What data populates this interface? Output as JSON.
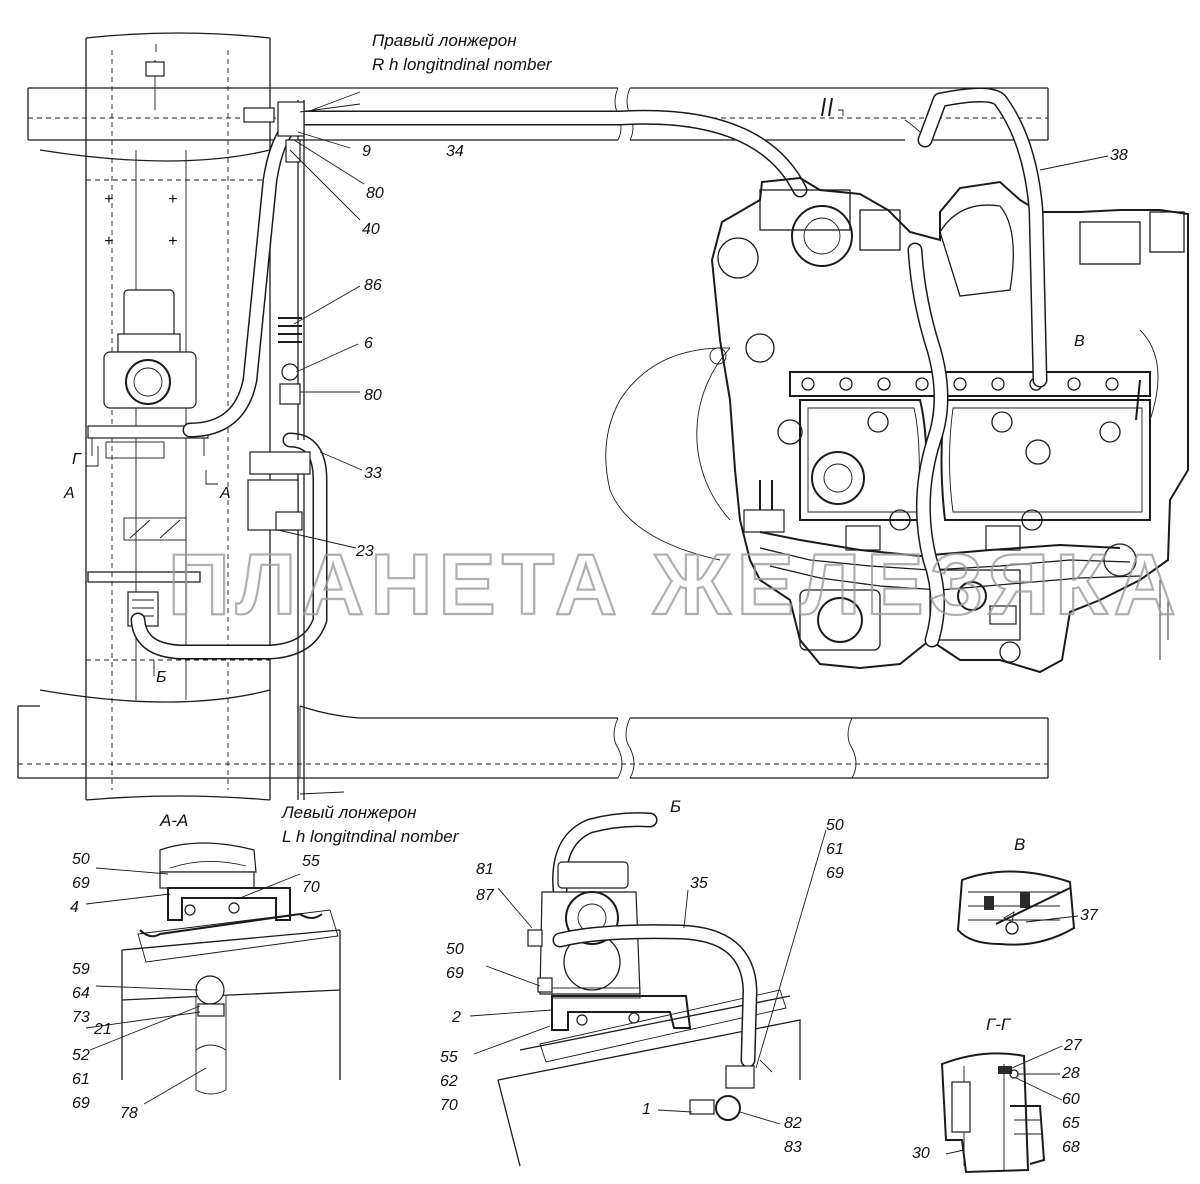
{
  "watermark": "ПЛАНЕТА ЖЕЛЕЗЯКА",
  "annotations": {
    "right_member_ru": "Правый лонжерон",
    "right_member_en": "R h longitndinal nomber",
    "left_member_ru": "Левый лонжерон",
    "left_member_en": "L h longitndinal nomber"
  },
  "sections": {
    "aa": "А-А",
    "b": "Б",
    "v": "В",
    "gg": "Г-Г",
    "mark_a_left": "А",
    "mark_a_right": "А",
    "mark_g": "Г",
    "mark_b": "Б",
    "mark_v": "В"
  },
  "callouts": {
    "main": {
      "c9": "9",
      "c34": "34",
      "c80a": "80",
      "c40": "40",
      "c86": "86",
      "c6": "6",
      "c80b": "80",
      "c33": "33",
      "c23": "23",
      "c38": "38"
    },
    "aa": {
      "c50": "50",
      "c69a": "69",
      "c4": "4",
      "c55": "55",
      "c70": "70",
      "c59": "59",
      "c64": "64",
      "c73": "73",
      "c21": "21",
      "c52": "52",
      "c61": "61",
      "c69b": "69",
      "c78": "78"
    },
    "b": {
      "c81": "81",
      "c87": "87",
      "c50a": "50",
      "c69a": "69",
      "c35": "35",
      "c2": "2",
      "c55": "55",
      "c62": "62",
      "c70": "70",
      "c50b": "50",
      "c61": "61",
      "c69b": "69",
      "c1": "1",
      "c82": "82",
      "c83": "83"
    },
    "v": {
      "c37": "37"
    },
    "gg": {
      "c27": "27",
      "c28": "28",
      "c60": "60",
      "c65": "65",
      "c68": "68",
      "c30": "30"
    }
  }
}
